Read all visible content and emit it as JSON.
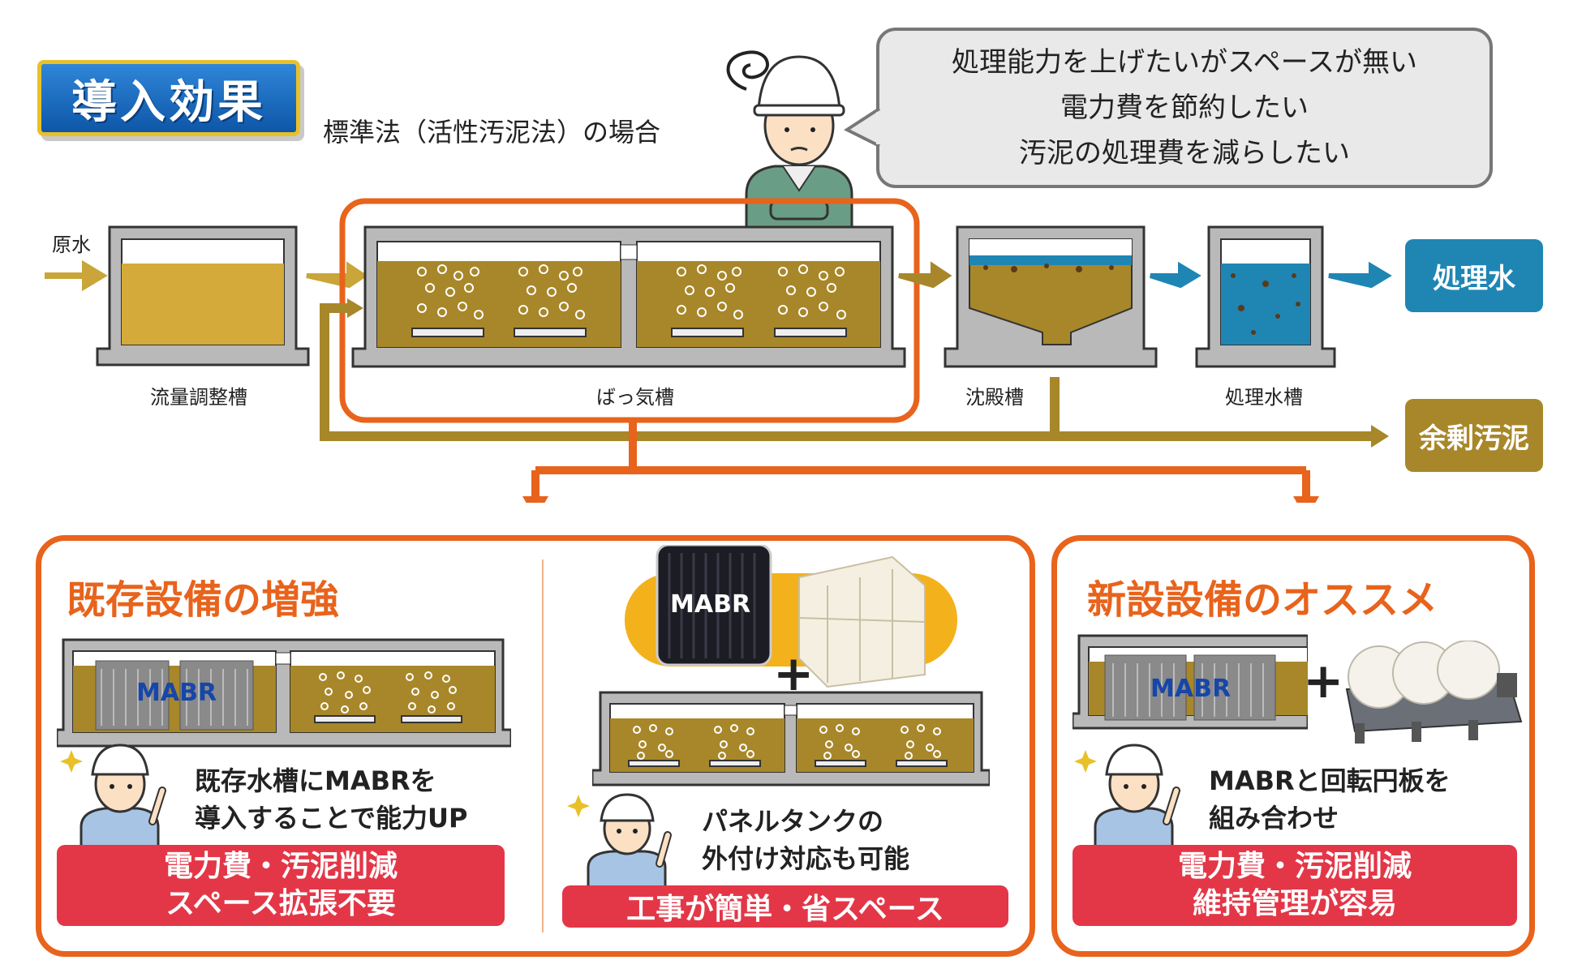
{
  "header": {
    "badge": "導入効果",
    "subtitle": "標準法（活性汚泥法）の場合"
  },
  "speech_bubble": {
    "lines": [
      "処理能力を上げたいがスペースが無い",
      "電力費を節約したい",
      "汚泥の処理費を減らしたい"
    ]
  },
  "flow": {
    "inlet_label": "原水",
    "tanks": {
      "equalization": "流量調整槽",
      "aeration": "ばっ気槽",
      "settling": "沈殿槽",
      "treated_tank": "処理水槽"
    },
    "outputs": {
      "treated_water": "処理水",
      "excess_sludge": "余剰汚泥"
    }
  },
  "panels": {
    "existing": {
      "title": "既存設備の増強",
      "left": {
        "mabr_label": "MABR",
        "desc_lines": [
          "既存水槽にMABRを",
          "導入することで能力UP"
        ],
        "benefit_lines": [
          "電力費・汚泥削減",
          "スペース拡張不要"
        ]
      },
      "right": {
        "mabr_label": "MABR",
        "plus": "+",
        "desc_lines": [
          "パネルタンクの",
          "外付け対応も可能"
        ],
        "benefit": "工事が簡単・省スペース"
      }
    },
    "new": {
      "title": "新設設備のオススメ",
      "mabr_label": "MABR",
      "plus": "+",
      "desc_lines": [
        "MABRと回転円板を",
        "組み合わせ"
      ],
      "benefit_lines": [
        "電力費・汚泥削減",
        "維持管理が容易"
      ]
    }
  },
  "colors": {
    "sludge": "#a8872a",
    "water_blue": "#1f86b4",
    "orange": "#e8631c",
    "red": "#e33748",
    "gold_inlet": "#c9a53a"
  }
}
